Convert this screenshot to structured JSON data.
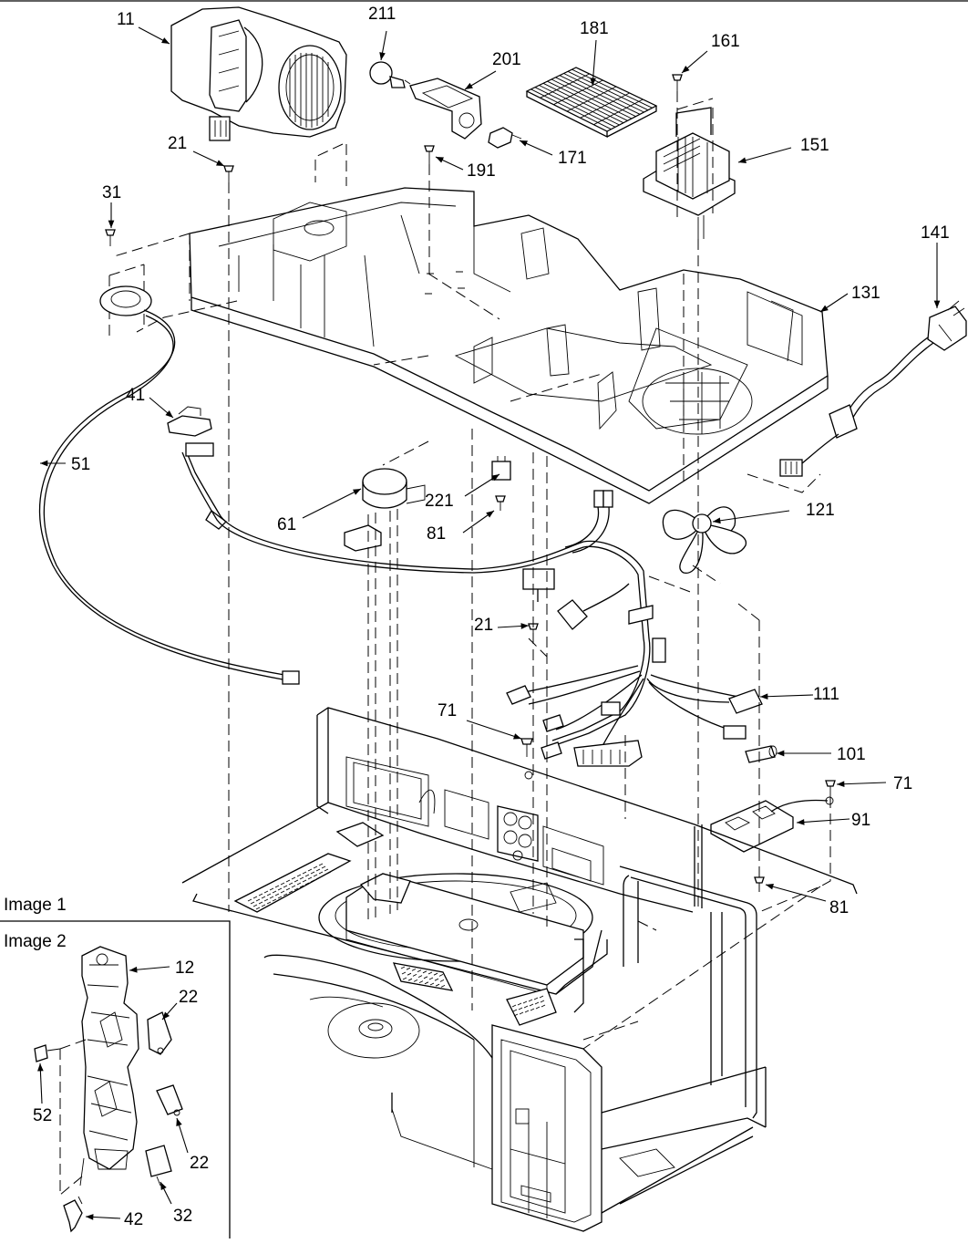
{
  "inset": {
    "image1_label": "Image 1",
    "image2_label": "Image 2"
  },
  "callouts": [
    {
      "id": "c11",
      "text": "11"
    },
    {
      "id": "c211",
      "text": "211"
    },
    {
      "id": "c201",
      "text": "201"
    },
    {
      "id": "c181",
      "text": "181"
    },
    {
      "id": "c161",
      "text": "161"
    },
    {
      "id": "c21a",
      "text": "21"
    },
    {
      "id": "c191",
      "text": "191"
    },
    {
      "id": "c171",
      "text": "171"
    },
    {
      "id": "c151",
      "text": "151"
    },
    {
      "id": "c31",
      "text": "31"
    },
    {
      "id": "c141",
      "text": "141"
    },
    {
      "id": "c131",
      "text": "131"
    },
    {
      "id": "c41",
      "text": "41"
    },
    {
      "id": "c51",
      "text": "51"
    },
    {
      "id": "c221",
      "text": "221"
    },
    {
      "id": "c61",
      "text": "61"
    },
    {
      "id": "c81a",
      "text": "81"
    },
    {
      "id": "c121",
      "text": "121"
    },
    {
      "id": "c21b",
      "text": "21"
    },
    {
      "id": "c111",
      "text": "111"
    },
    {
      "id": "c71a",
      "text": "71"
    },
    {
      "id": "c101",
      "text": "101"
    },
    {
      "id": "c71b",
      "text": "71"
    },
    {
      "id": "c91",
      "text": "91"
    },
    {
      "id": "c81b",
      "text": "81"
    },
    {
      "id": "c12",
      "text": "12"
    },
    {
      "id": "c22a",
      "text": "22"
    },
    {
      "id": "c52",
      "text": "52"
    },
    {
      "id": "c22b",
      "text": "22"
    },
    {
      "id": "c32",
      "text": "32"
    },
    {
      "id": "c42",
      "text": "42"
    }
  ]
}
